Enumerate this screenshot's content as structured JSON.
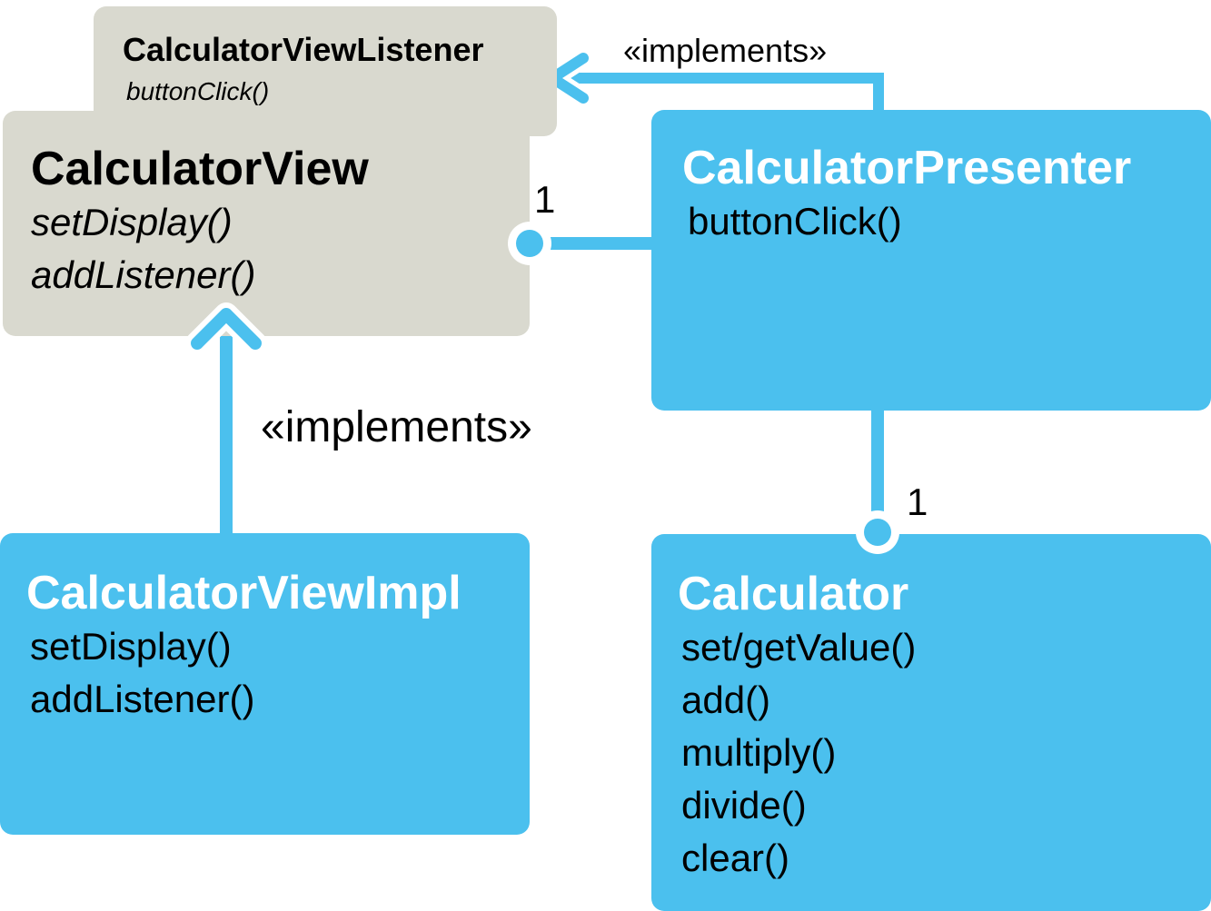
{
  "interfaces": {
    "listener": {
      "name": "CalculatorViewListener",
      "methods": [
        "buttonClick()"
      ]
    },
    "view": {
      "name": "CalculatorView",
      "methods": [
        "setDisplay()",
        "addListener()"
      ]
    }
  },
  "classes": {
    "presenter": {
      "name": "CalculatorPresenter",
      "methods": [
        "buttonClick()"
      ]
    },
    "view_impl": {
      "name": "CalculatorViewImpl",
      "methods": [
        "setDisplay()",
        "addListener()"
      ]
    },
    "calculator": {
      "name": "Calculator",
      "methods": [
        "set/getValue()",
        "add()",
        "multiply()",
        "divide()",
        "clear()"
      ]
    }
  },
  "relations": {
    "presenter_implements_listener": "«implements»",
    "viewimpl_implements_view": "«implements»",
    "presenter_view_multiplicity": "1",
    "presenter_calculator_multiplicity": "1"
  },
  "colors": {
    "class_fill": "#4bc0ee",
    "interface_fill": "#d9d9cf",
    "connector": "#4bc0ee",
    "class_title_text": "#ffffff",
    "interface_text": "#000000"
  }
}
